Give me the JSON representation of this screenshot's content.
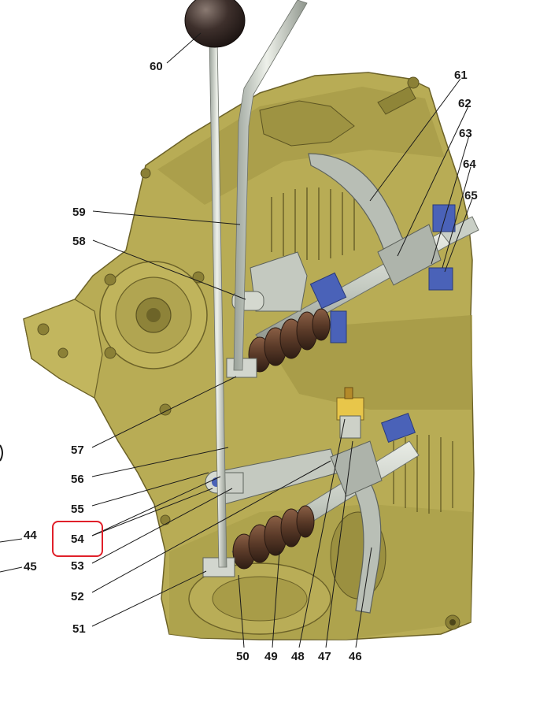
{
  "diagram": {
    "labels": {
      "l60": "60",
      "l61": "61",
      "l62": "62",
      "l63": "63",
      "l64": "64",
      "l65": "65",
      "l59": "59",
      "l58": "58",
      "l57": "57",
      "l56": "56",
      "l55": "55",
      "l54": "54",
      "l53": "53",
      "l52": "52",
      "l51": "51",
      "l50": "50",
      "l49": "49",
      "l48": "48",
      "l47": "47",
      "l46": "46",
      "l44": "44",
      "l45": "45"
    },
    "highlighted_label": "54",
    "colors": {
      "housing": "#b8ac55",
      "housing_dark": "#7d7130",
      "rod": "#c9cfc6",
      "boot": "#5a3a28",
      "clip": "#4a62b8",
      "highlight": "#e0202a"
    }
  }
}
